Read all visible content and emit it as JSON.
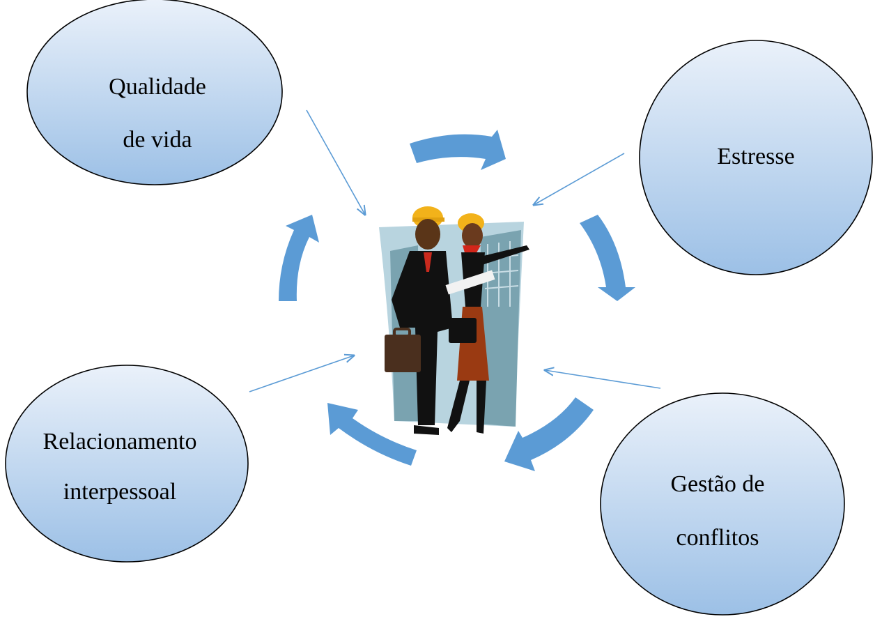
{
  "colors": {
    "bubble_stroke": "#000000",
    "bubble_fill_top": "#eaf1fa",
    "bubble_fill_bottom": "#9cc0e6",
    "arrow": "#5b9bd5",
    "background_panel": "#b8d4df",
    "building": "#7aa3b0"
  },
  "nodes": [
    {
      "id": "qualidade",
      "lines": [
        "Qualidade",
        "de vida"
      ]
    },
    {
      "id": "estresse",
      "lines": [
        "Estresse"
      ]
    },
    {
      "id": "relacionamento",
      "lines": [
        "Relacionamento",
        "interpessoal"
      ]
    },
    {
      "id": "gestao",
      "lines": [
        "Gestão de",
        "conflitos"
      ]
    }
  ],
  "center_image": {
    "icon": "business-people-illustration"
  }
}
